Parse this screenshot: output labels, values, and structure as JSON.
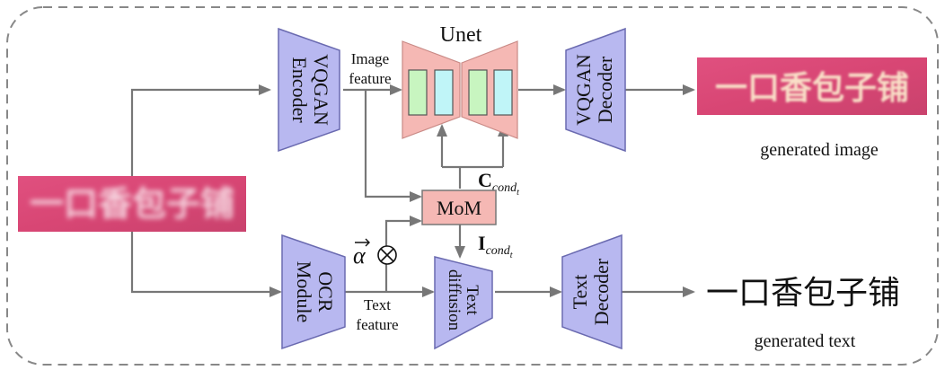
{
  "blocks": {
    "vqgan_encoder": [
      "VQGAN",
      "Encoder"
    ],
    "vqgan_decoder": [
      "VQGAN",
      "Decoder"
    ],
    "ocr_module": [
      "OCR",
      "Module"
    ],
    "text_diffusion": [
      "Text",
      "diffusion"
    ],
    "text_decoder": [
      "Text",
      "Decoder"
    ],
    "unet": "Unet",
    "mom": "MoM"
  },
  "labels": {
    "image_feature": [
      "Image",
      "feature"
    ],
    "text_feature": [
      "Text",
      "feature"
    ],
    "c_cond_main": "C",
    "c_cond_sub": "cond",
    "c_cond_subsub": "t",
    "i_cond_main": "I",
    "i_cond_sub": "cond",
    "i_cond_subsub": "t",
    "alpha": "α",
    "generated_image": "generated image",
    "generated_text": "generated text"
  },
  "images": {
    "input_text": "一口香包子铺",
    "output_image_text": "一口香包子铺",
    "output_text": "一口香包子铺"
  },
  "colors": {
    "block_fill": "#b8b8f0",
    "block_stroke": "#6a6ab0",
    "unet_fill": "#f5b8b4",
    "mom_fill": "#f5b8b4",
    "green_bar": "#c8f5c0",
    "cyan_bar": "#c0f5f8",
    "arrow": "#777777",
    "photo_base": "#d94a7a"
  }
}
